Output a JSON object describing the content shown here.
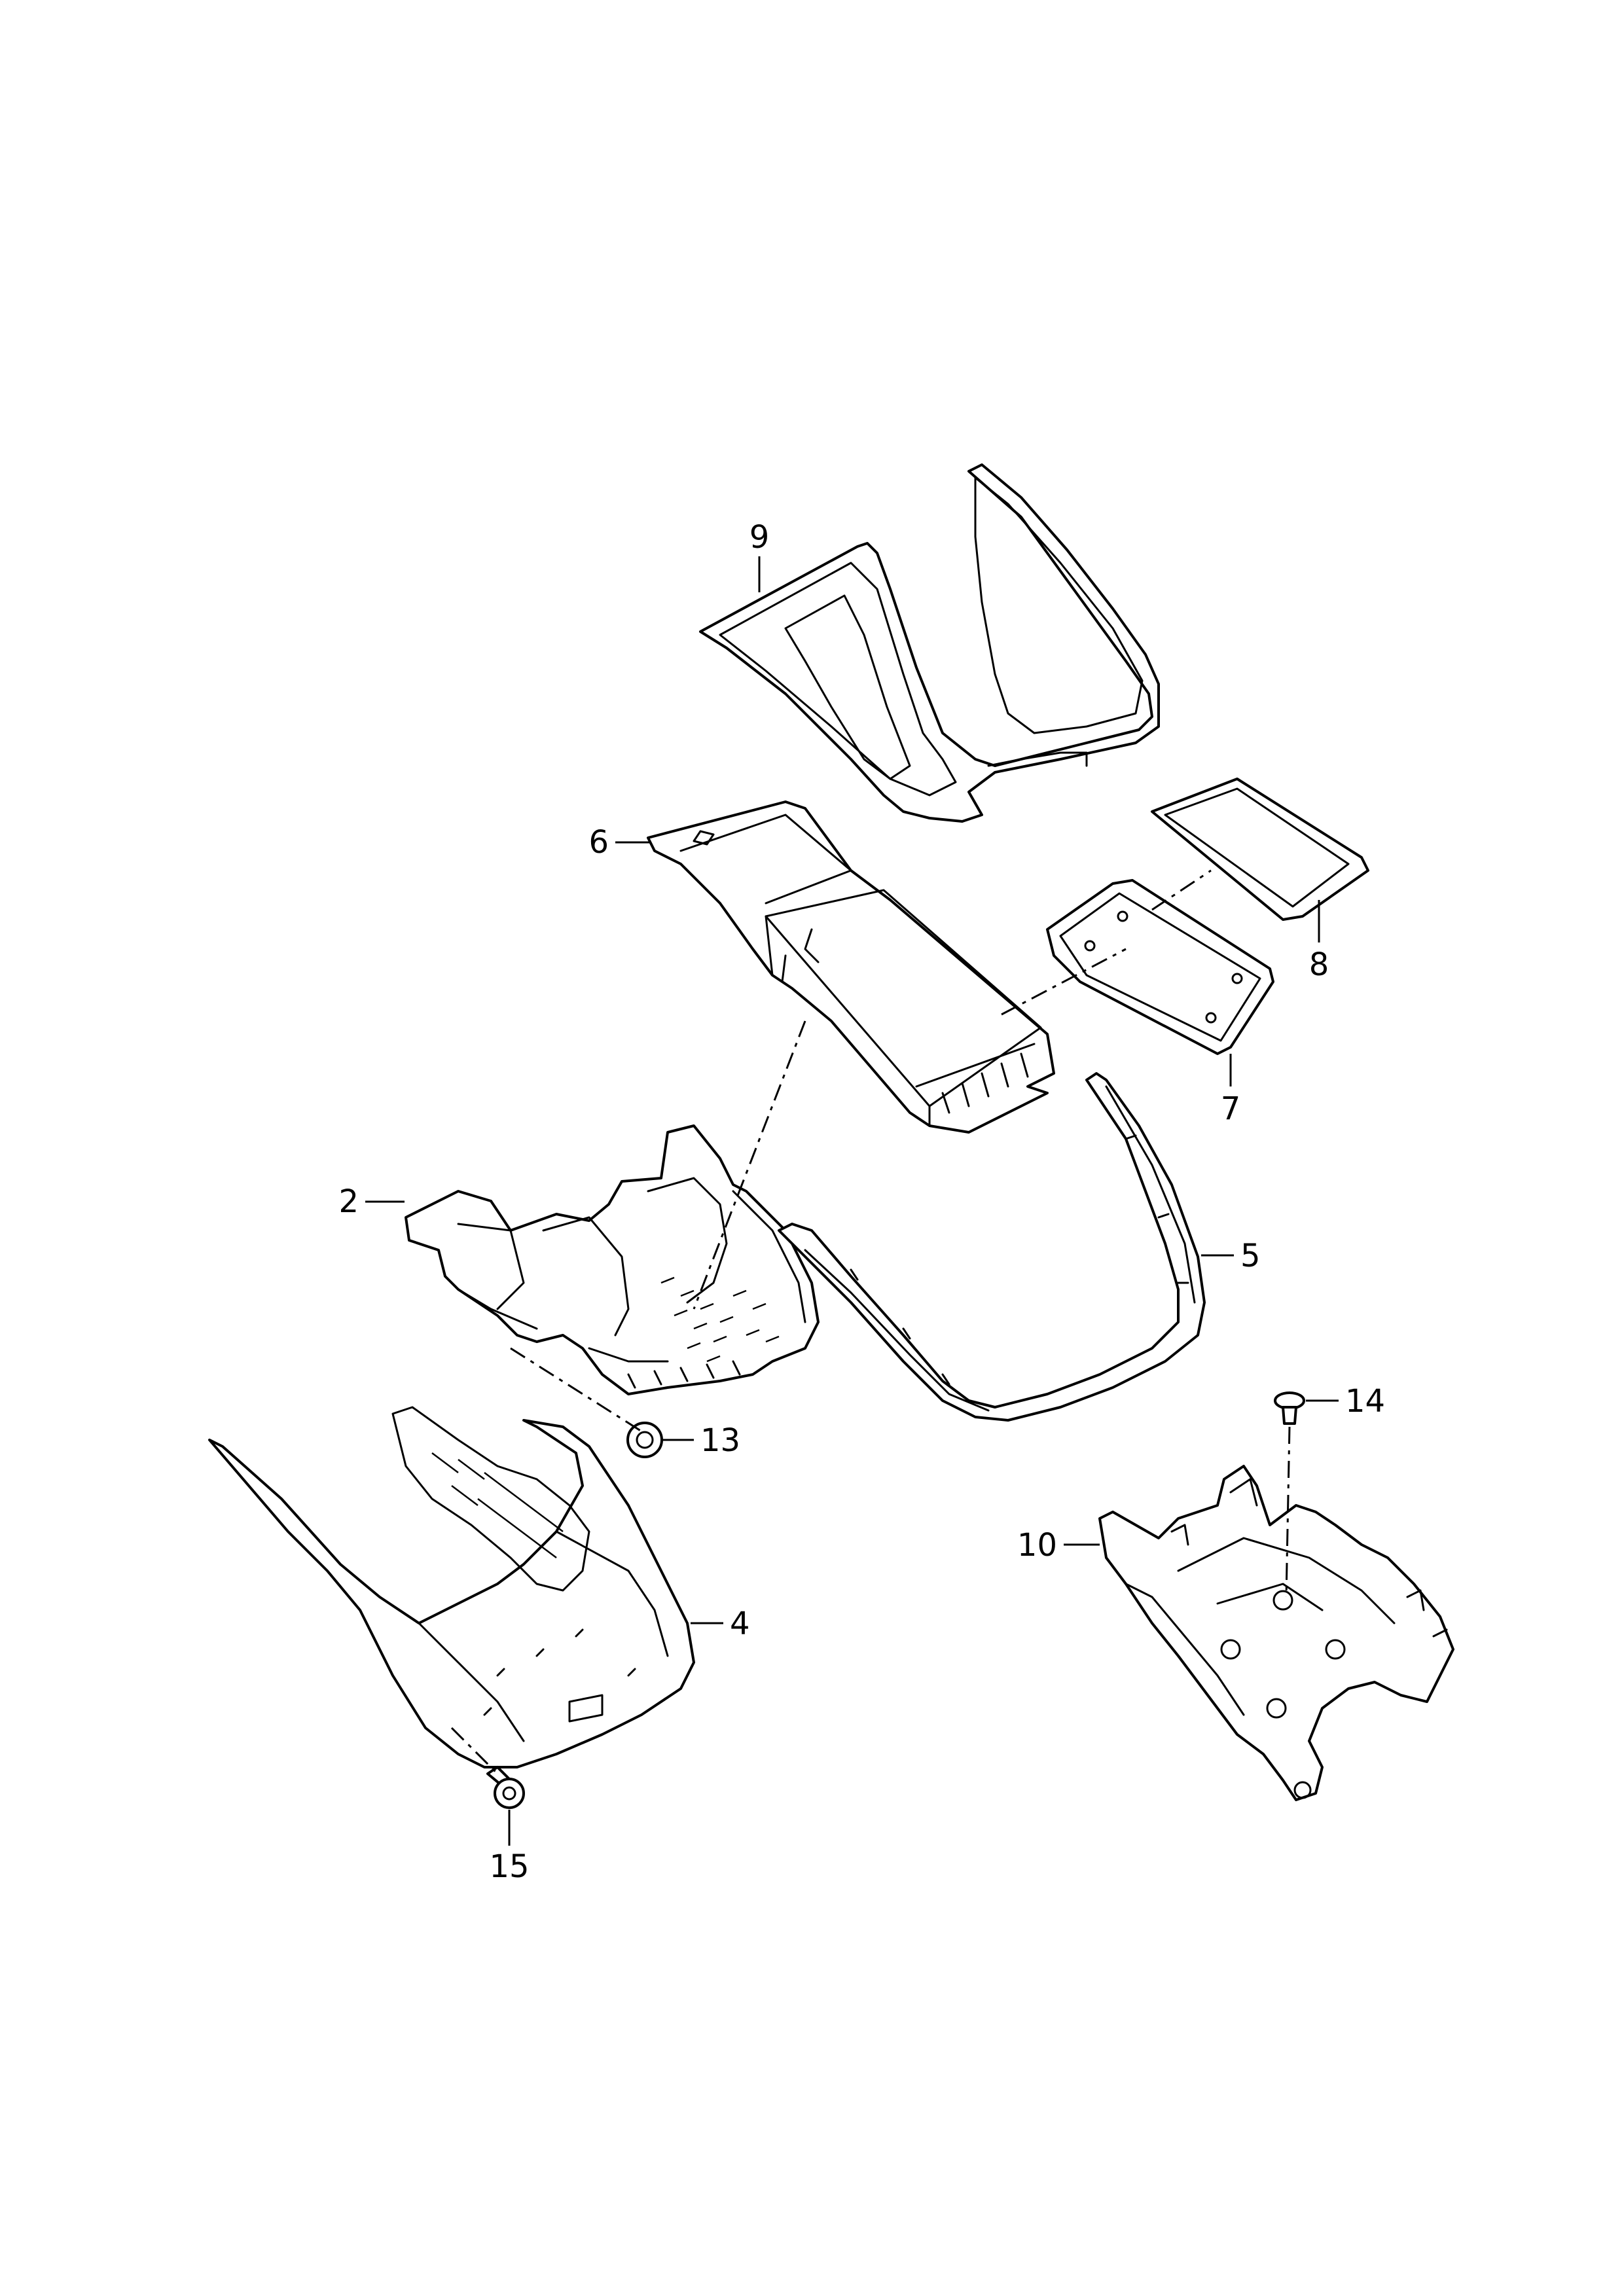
{
  "callouts": {
    "p2": "2",
    "p4": "4",
    "p5": "5",
    "p6": "6",
    "p7": "7",
    "p8": "8",
    "p9": "9",
    "p10": "10",
    "p13": "13",
    "p14": "14",
    "p15": "15"
  },
  "colors": {
    "line": "#000000",
    "background": "#ffffff"
  }
}
